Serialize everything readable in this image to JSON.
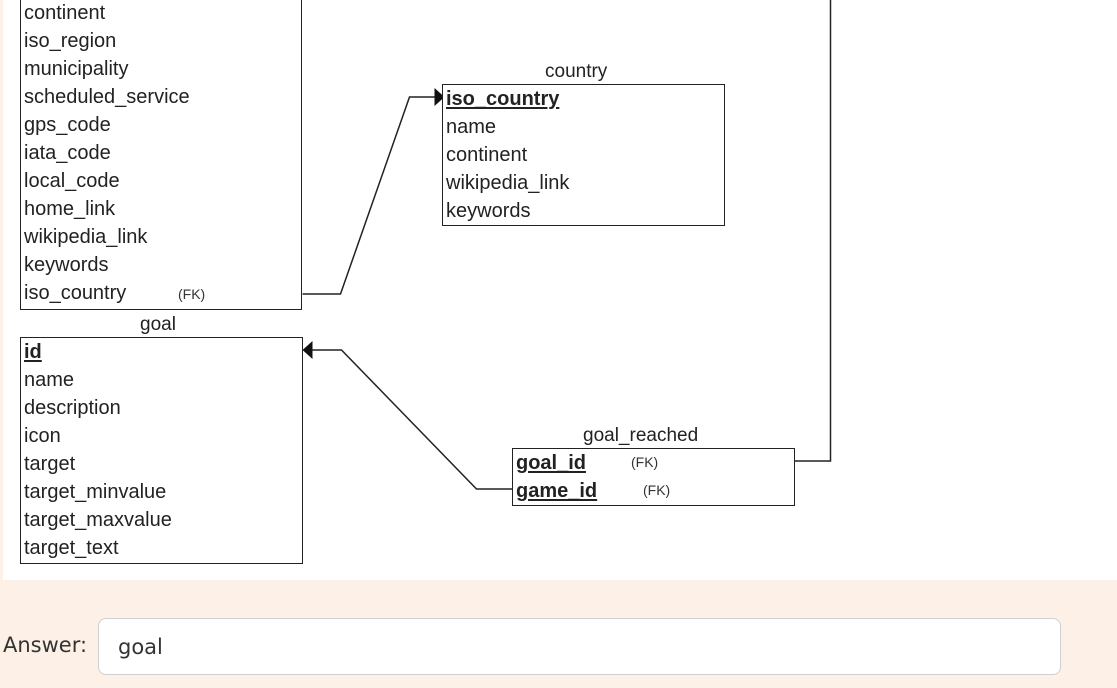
{
  "diagram": {
    "airport": {
      "fields": [
        "continent",
        "iso_region",
        "municipality",
        "scheduled_service",
        "gps_code",
        "iata_code",
        "local_code",
        "home_link",
        "wikipedia_link",
        "keywords",
        "iso_country"
      ],
      "fk_label": "(FK)"
    },
    "country": {
      "title": "country",
      "pk_field": "iso_country",
      "fields": [
        "name",
        "continent",
        "wikipedia_link",
        "keywords"
      ]
    },
    "goal": {
      "title": "goal",
      "pk_field": "id",
      "fields": [
        "name",
        "description",
        "icon",
        "target",
        "target_minvalue",
        "target_maxvalue",
        "target_text"
      ]
    },
    "goal_reached": {
      "title": "goal_reached",
      "fields": [
        "goal_id",
        "game_id"
      ],
      "fk_label": "(FK)"
    }
  },
  "answer": {
    "label": "Answer:",
    "value": "goal"
  }
}
